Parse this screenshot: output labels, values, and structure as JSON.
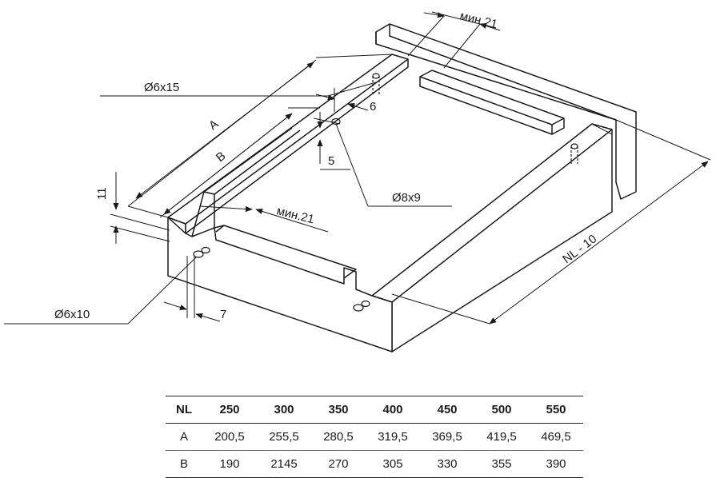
{
  "drawing": {
    "labels": {
      "min21_top": "мин.21",
      "d6x15": "Ø6x15",
      "six": "6",
      "A": "A",
      "B": "B",
      "five": "5",
      "d8x9": "Ø8x9",
      "eleven": "11",
      "min21_mid": "мин.21",
      "nl10": "NL - 10",
      "d6x10": "Ø6x10",
      "seven": "7"
    }
  },
  "table": {
    "header": [
      "NL",
      "250",
      "300",
      "350",
      "400",
      "450",
      "500",
      "550"
    ],
    "rows": [
      [
        "A",
        "200,5",
        "255,5",
        "280,5",
        "319,5",
        "369,5",
        "419,5",
        "469,5"
      ],
      [
        "B",
        "190",
        "2145",
        "270",
        "305",
        "330",
        "355",
        "390"
      ]
    ]
  }
}
